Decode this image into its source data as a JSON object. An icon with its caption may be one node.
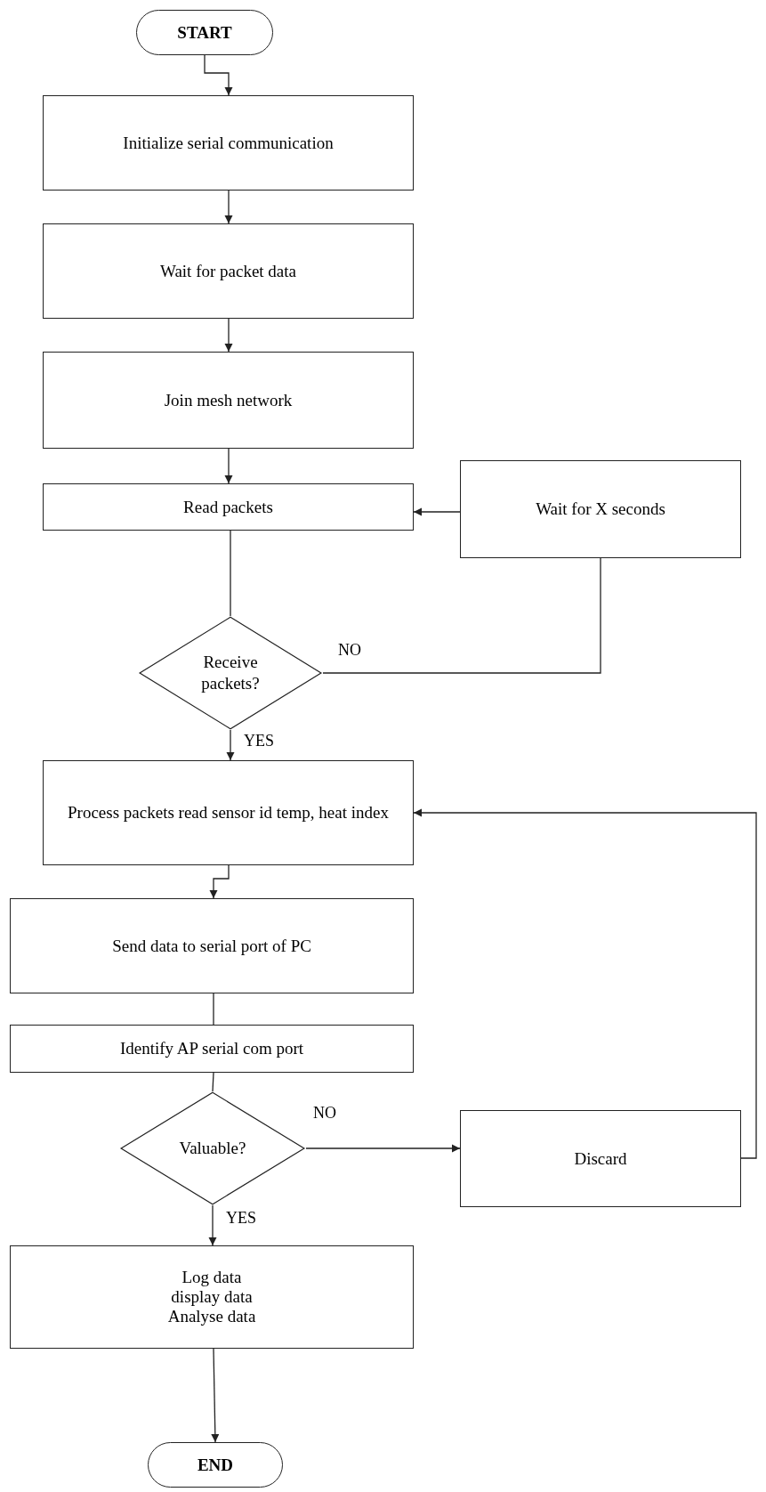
{
  "diagram": {
    "nodes": [
      {
        "text": [
          "START"
        ]
      },
      {
        "text": [
          "Initialize serial communication"
        ]
      },
      {
        "text": [
          "Wait for packet data"
        ]
      },
      {
        "text": [
          "Join mesh network"
        ]
      },
      {
        "text": [
          "Read packets"
        ]
      },
      {
        "text": [
          "Wait for X seconds"
        ]
      },
      {
        "text": [
          "Receive packets?"
        ]
      },
      {
        "text": [
          "Process packets read sensor id temp, heat index"
        ]
      },
      {
        "text": [
          "Send data to serial port of PC"
        ]
      },
      {
        "text": [
          "Identify AP serial com port"
        ]
      },
      {
        "text": [
          "Valuable?"
        ]
      },
      {
        "text": [
          "Discard"
        ]
      },
      {
        "text": [
          "Log data",
          "display data",
          "Analyse data"
        ]
      },
      {
        "text": [
          "END"
        ]
      }
    ],
    "edges": [
      {
        "from": 0,
        "to": 1,
        "arrow": "to"
      },
      {
        "from": 1,
        "to": 2,
        "arrow": "to"
      },
      {
        "from": 2,
        "to": 3,
        "arrow": "to"
      },
      {
        "from": 3,
        "to": 4,
        "arrow": "to"
      },
      {
        "from": 5,
        "to": 4,
        "arrow": "to"
      },
      {
        "from": 4,
        "to": 6,
        "arrow": "none"
      },
      {
        "from": 6,
        "to": 5,
        "label": "NO",
        "arrow": "none"
      },
      {
        "from": 6,
        "to": 7,
        "label": "YES",
        "arrow": "to"
      },
      {
        "from": 7,
        "to": 8,
        "arrow": "to"
      },
      {
        "from": 8,
        "to": 9,
        "arrow": "none"
      },
      {
        "from": 9,
        "to": 10,
        "arrow": "none"
      },
      {
        "from": 10,
        "to": 11,
        "label": "NO",
        "arrow": "to"
      },
      {
        "from": 11,
        "to": 7,
        "arrow": "to"
      },
      {
        "from": 10,
        "to": 12,
        "label": "YES",
        "arrow": "to"
      },
      {
        "from": 12,
        "to": 13,
        "arrow": "to"
      }
    ]
  }
}
